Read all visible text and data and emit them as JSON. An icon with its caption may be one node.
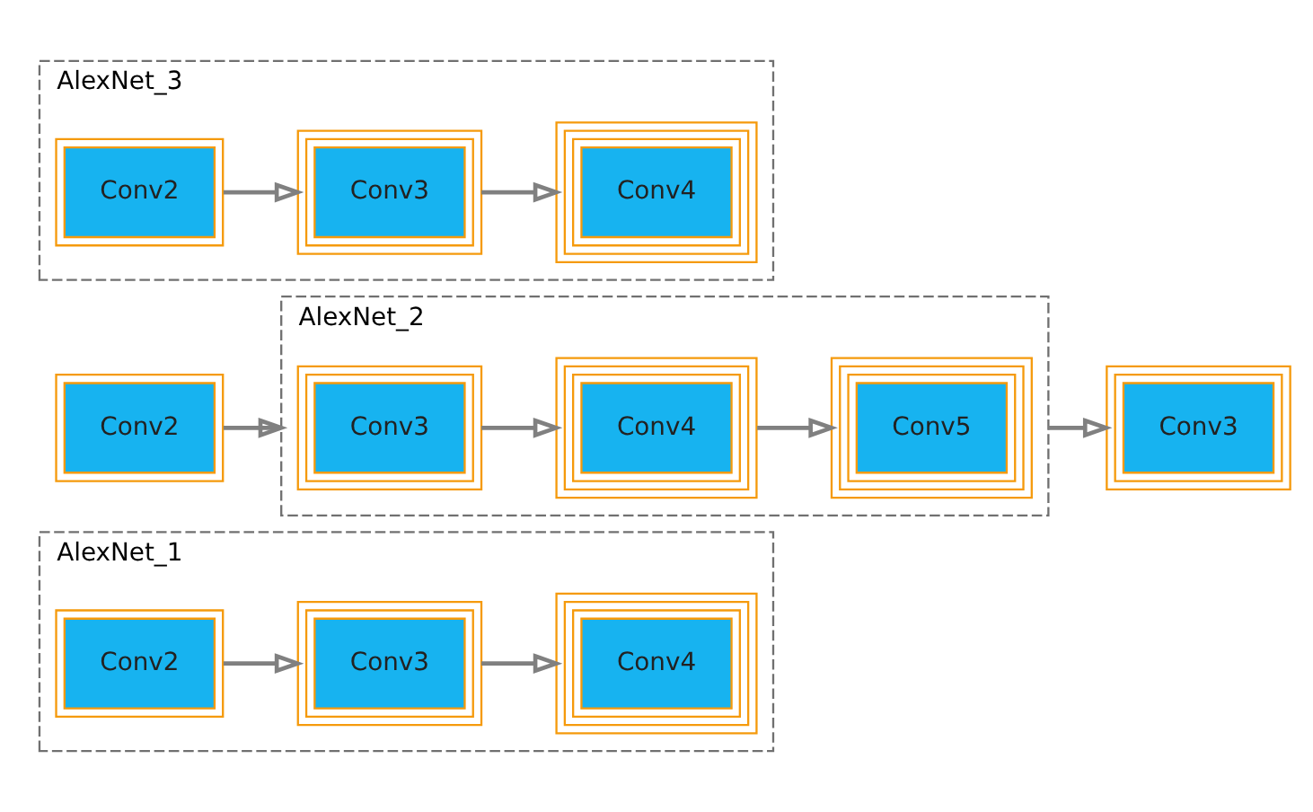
{
  "diagram": {
    "nodes": [
      {
        "text": [
          "AlexNet_1"
        ]
      },
      {
        "text": [
          "Conv2"
        ],
        "in": 0
      },
      {
        "text": [
          "Conv3"
        ],
        "in": 0
      },
      {
        "text": [
          "Conv4"
        ],
        "in": 0
      },
      {
        "text": [
          "Conv2"
        ]
      },
      {
        "text": [
          "AlexNet_2"
        ]
      },
      {
        "text": [
          "Conv3"
        ],
        "in": 5
      },
      {
        "text": [
          "Conv4"
        ],
        "in": 5
      },
      {
        "text": [
          "Conv5"
        ],
        "in": 5
      },
      {
        "text": [
          "Conv3"
        ]
      },
      {
        "text": [
          "AlexNet_3"
        ]
      },
      {
        "text": [
          "Conv2"
        ],
        "in": 10
      },
      {
        "text": [
          "Conv3"
        ],
        "in": 10
      },
      {
        "text": [
          "Conv4"
        ],
        "in": 10
      }
    ],
    "edges": [
      {
        "from": 1,
        "to": 2,
        "arrow": "to"
      },
      {
        "from": 2,
        "to": 3,
        "arrow": "to"
      },
      {
        "from": 4,
        "to": 5,
        "arrow": "to"
      },
      {
        "from": 6,
        "to": 7,
        "arrow": "to"
      },
      {
        "from": 7,
        "to": 8,
        "arrow": "to"
      },
      {
        "from": 5,
        "to": 9,
        "arrow": "to"
      },
      {
        "from": 11,
        "to": 12,
        "arrow": "to"
      },
      {
        "from": 12,
        "to": 13,
        "arrow": "to"
      }
    ]
  }
}
